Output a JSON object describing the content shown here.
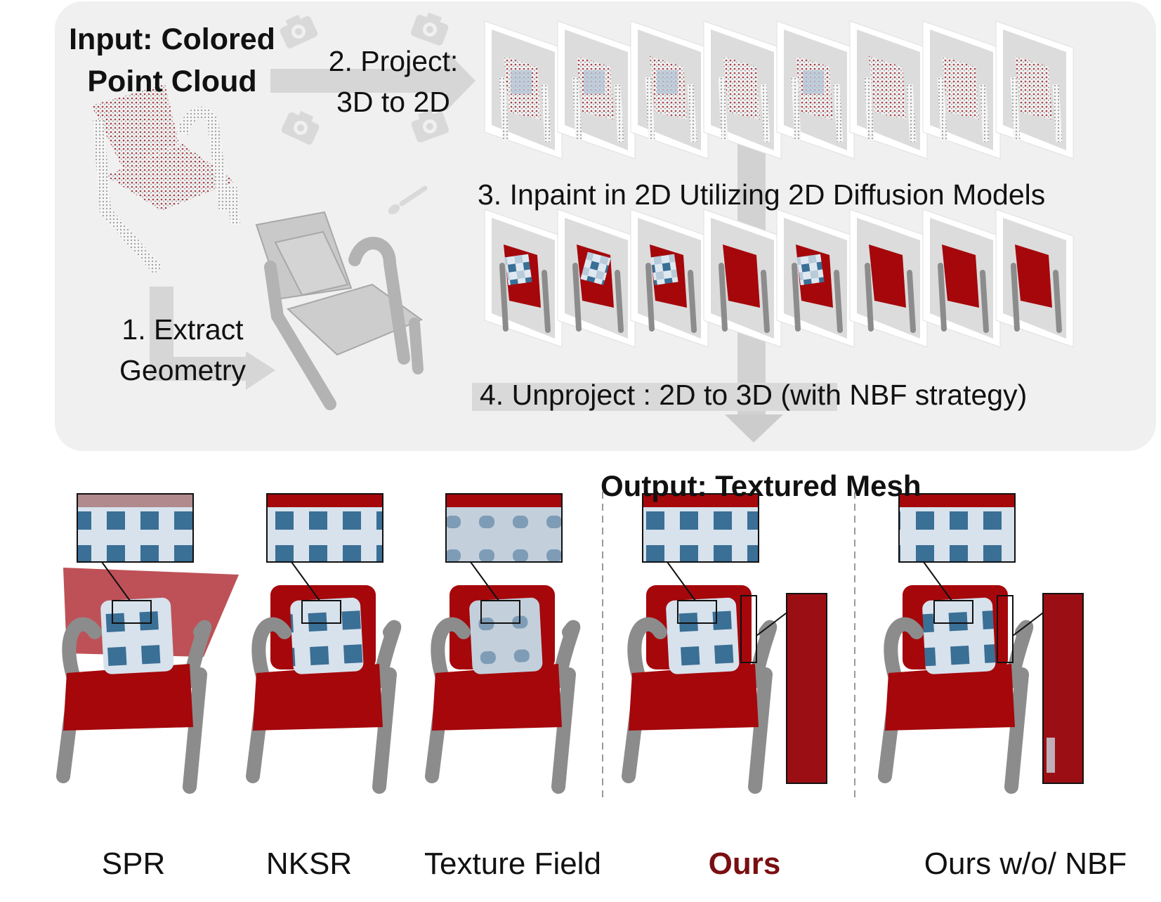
{
  "input_title": {
    "line1": "Input: Colored",
    "line2": "Point Cloud"
  },
  "steps": {
    "project": {
      "line1": "2. Project:",
      "line2": "3D to 2D"
    },
    "extract": {
      "line1": "1. Extract",
      "line2": "Geometry"
    },
    "inpaint": "3. Inpaint in 2D Utilizing 2D Diffusion Models",
    "unproject": "4. Unproject : 2D to 3D (with NBF strategy)"
  },
  "output_title": "Output: Textured Mesh",
  "methods": [
    {
      "label": "SPR",
      "highlight": false
    },
    {
      "label": "NKSR",
      "highlight": false
    },
    {
      "label": "Texture Field",
      "highlight": false
    },
    {
      "label": "Ours",
      "highlight": true
    },
    {
      "label": "Ours w/o/ NBF",
      "highlight": false
    }
  ],
  "colors": {
    "chair_red": "#a5070b",
    "pillow_blue": "#3a6f96",
    "chair_gray": "#8c8c8c",
    "ours_label": "#7a0f12",
    "panel_bg": "#f0f0f0",
    "arrow_gray": "#cfcfcf"
  },
  "icons": [
    "camera-icon",
    "brush-icon"
  ]
}
